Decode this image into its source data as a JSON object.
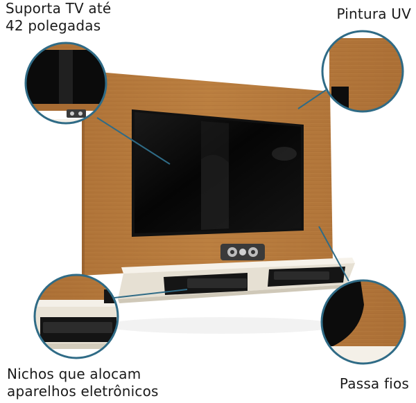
{
  "callouts": {
    "top_left": "Suporta TV até\n42 polegadas",
    "top_right": "Pintura UV",
    "bottom_left": "Nichos que alocam\naparelhos eletrônicos",
    "bottom_right": "Passa fios"
  },
  "colors": {
    "wood": "#b5793a",
    "wood_dark": "#9c6530",
    "tv_screen": "#0d0d0d",
    "shelf": "#ece7dc",
    "callout_ring": "#2f6b86"
  }
}
